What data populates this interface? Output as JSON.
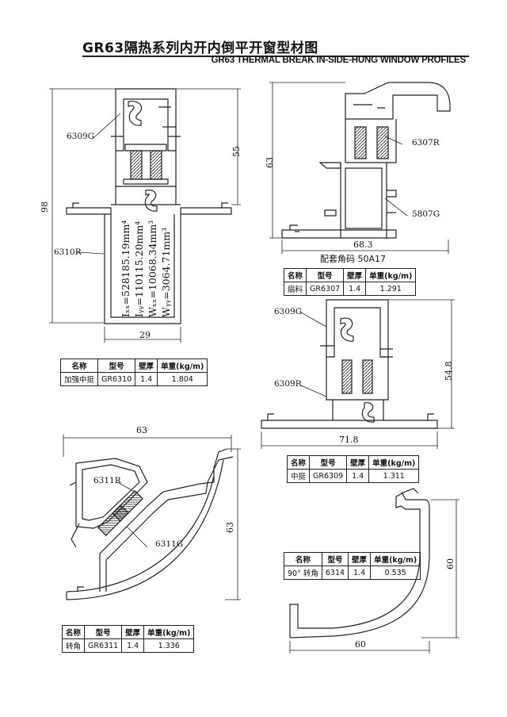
{
  "header": {
    "title_zh": "GR63隔热系列内开内倒平开窗型材图",
    "title_en": "GR63 THERMAL BREAK IN-SIDE-HUNG WINDOW PROFILES"
  },
  "labels": {
    "p6309g_top": "6309G",
    "p6310r": "6310R",
    "p6307r": "6307R",
    "p5807g": "5807G",
    "p6309g_right": "6309G",
    "p6309r": "6309R",
    "p6311r": "6311R",
    "p6311g": "6311G"
  },
  "dimensions": {
    "d98": "98",
    "d55": "55",
    "d29": "29",
    "d63_right_top": "63",
    "d68_3": "68.3",
    "d54_8": "54.8",
    "d71_8": "71.8",
    "d63_corner_w": "63",
    "d63_corner_h": "63",
    "d60_h": "60",
    "d60_w": "60"
  },
  "inertia": {
    "ixx": "Iₓₓ=528185.19mm⁴",
    "iyy": "Iᵧᵧ=110115.20mm⁴",
    "wxx": "Wₓₓ=10068.34mm³",
    "wyy": "Wᵧᵧ=3064.71mm³"
  },
  "accessory_caption": "配套角码 50A17",
  "tables": {
    "headers": [
      "名称",
      "型号",
      "壁厚",
      "单重(kg/m)"
    ],
    "t6310": [
      "加强中挺",
      "GR6310",
      "1.4",
      "1.804"
    ],
    "t6307": [
      "扇料",
      "GR6307",
      "1.4",
      "1.291"
    ],
    "t6309": [
      "中挺",
      "GR6309",
      "1.4",
      "1.311"
    ],
    "t6314": [
      "90° 转角",
      "6314",
      "1.4",
      "0.535"
    ],
    "t6311": [
      "转角",
      "GR6311",
      "1.4",
      "1.336"
    ]
  }
}
